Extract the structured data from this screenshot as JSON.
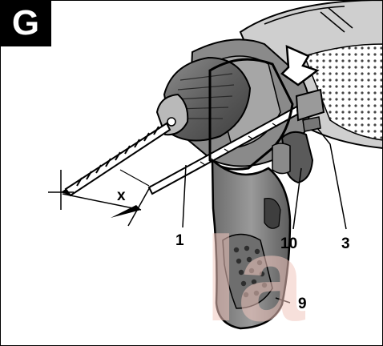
{
  "figure": {
    "badge": "G",
    "dimension_label": "x",
    "callouts": [
      {
        "id": "1",
        "label": "1"
      },
      {
        "id": "10",
        "label": "10"
      },
      {
        "id": "3",
        "label": "3"
      },
      {
        "id": "9",
        "label": "9"
      }
    ],
    "watermark": "la"
  }
}
